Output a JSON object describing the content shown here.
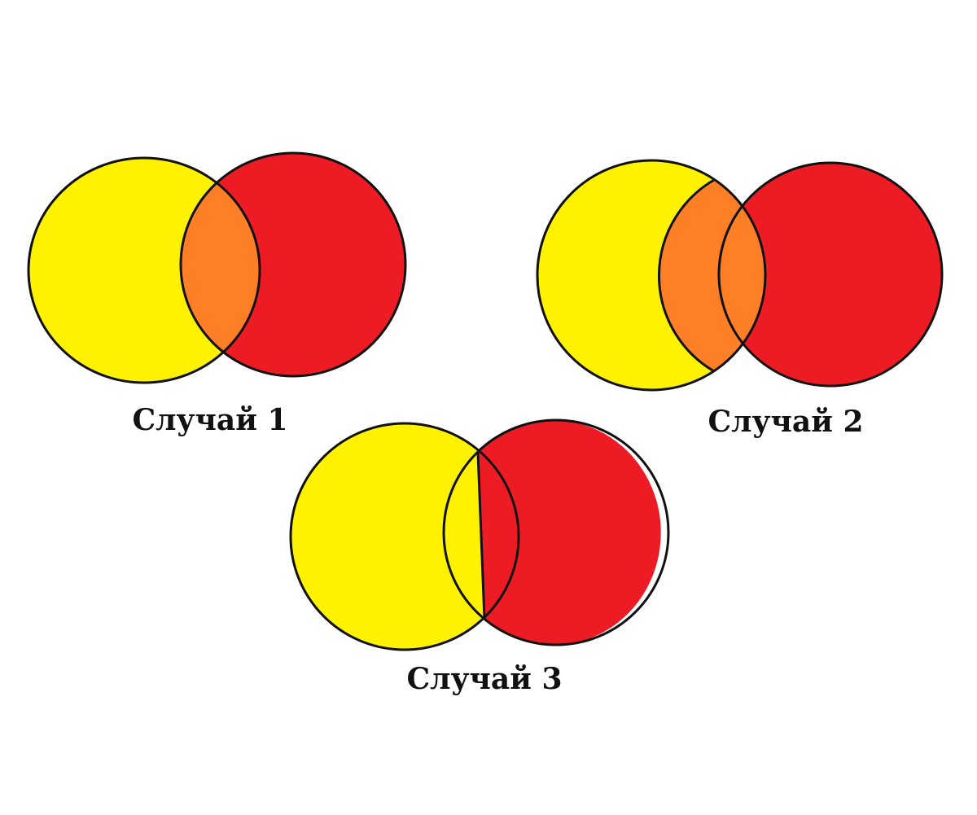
{
  "colors": {
    "yellow": "#FFF200",
    "red": "#ED1C24",
    "orange": "#FF7F27",
    "outline": "#111111",
    "background": "#FFFFFF"
  },
  "cases": [
    {
      "label": "Случай 1"
    },
    {
      "label": "Случай 2"
    },
    {
      "label": "Случай 3"
    }
  ]
}
